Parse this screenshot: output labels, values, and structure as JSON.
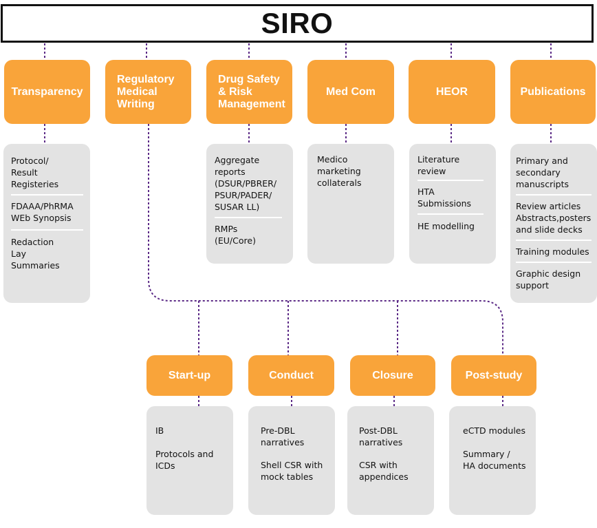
{
  "title": "SIRO",
  "services": [
    {
      "label": "Transparency"
    },
    {
      "label": "Regulatory\nMedical\nWriting"
    },
    {
      "label": "Drug Safety\n& Risk\nManagement"
    },
    {
      "label": "Med Com"
    },
    {
      "label": "HEOR"
    },
    {
      "label": "Publications"
    }
  ],
  "service_details": [
    [
      "Protocol/\nResult\nRegisteries",
      "FDAAA/PhRMA\nWEb Synopsis",
      "Redaction\nLay\nSummaries"
    ],
    [
      "Aggregate\nreports\n(DSUR/PBRER/\nPSUR/PADER/\nSUSAR LL)",
      "RMPs\n(EU/Core)"
    ],
    [
      "Medico\nmarketing\ncollaterals"
    ],
    [
      "Literature\nreview",
      "HTA\nSubmissions",
      "HE modelling"
    ],
    [
      "Primary and\nsecondary\nmanuscripts",
      "Review articles\nAbstracts,posters\nand slide decks",
      "Training modules",
      "Graphic design\nsupport"
    ]
  ],
  "phases": [
    {
      "label": "Start-up"
    },
    {
      "label": "Conduct"
    },
    {
      "label": "Closure"
    },
    {
      "label": "Post-study"
    }
  ],
  "phase_details": [
    [
      "IB",
      "Protocols and\nICDs"
    ],
    [
      "Pre-DBL\nnarratives",
      "Shell CSR with\nmock tables"
    ],
    [
      "Post-DBL\nnarratives",
      "CSR with\nappendices"
    ],
    [
      "eCTD modules",
      "Summary /\nHA documents"
    ]
  ],
  "colors": {
    "orange": "#f9a43a",
    "grey": "#e3e3e3",
    "connector": "#5b2a86",
    "title_border": "#111111"
  }
}
